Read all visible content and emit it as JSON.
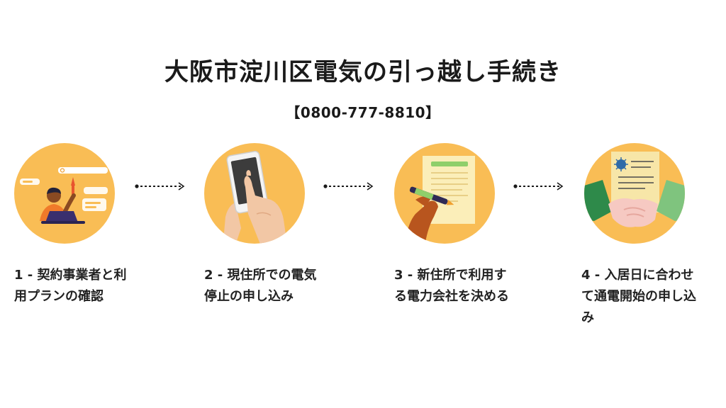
{
  "title": "大阪市淀川区電気の引っ越し手続き",
  "phone": "【0800-777-8810】",
  "steps": [
    {
      "number": "1",
      "line1": "1 - 契約事業者と利",
      "line2": "用プランの確認",
      "line3": ""
    },
    {
      "number": "2",
      "line1": "2 - 現住所での電気",
      "line2": "停止の申し込み",
      "line3": ""
    },
    {
      "number": "3",
      "line1": "3 - 新住所で利用す",
      "line2": "る電力会社を決める",
      "line3": ""
    },
    {
      "number": "4",
      "line1": "4 - 入居日に合わせ",
      "line2": "て通電開始の申し込",
      "line3": "み"
    }
  ],
  "colors": {
    "circle": "#f9bd55",
    "dark": "#1a1a1a",
    "accent_green": "#43a35a"
  },
  "icons": [
    "laptop-user-icon",
    "smartphone-hand-icon",
    "document-signing-icon",
    "handshake-contract-icon"
  ]
}
